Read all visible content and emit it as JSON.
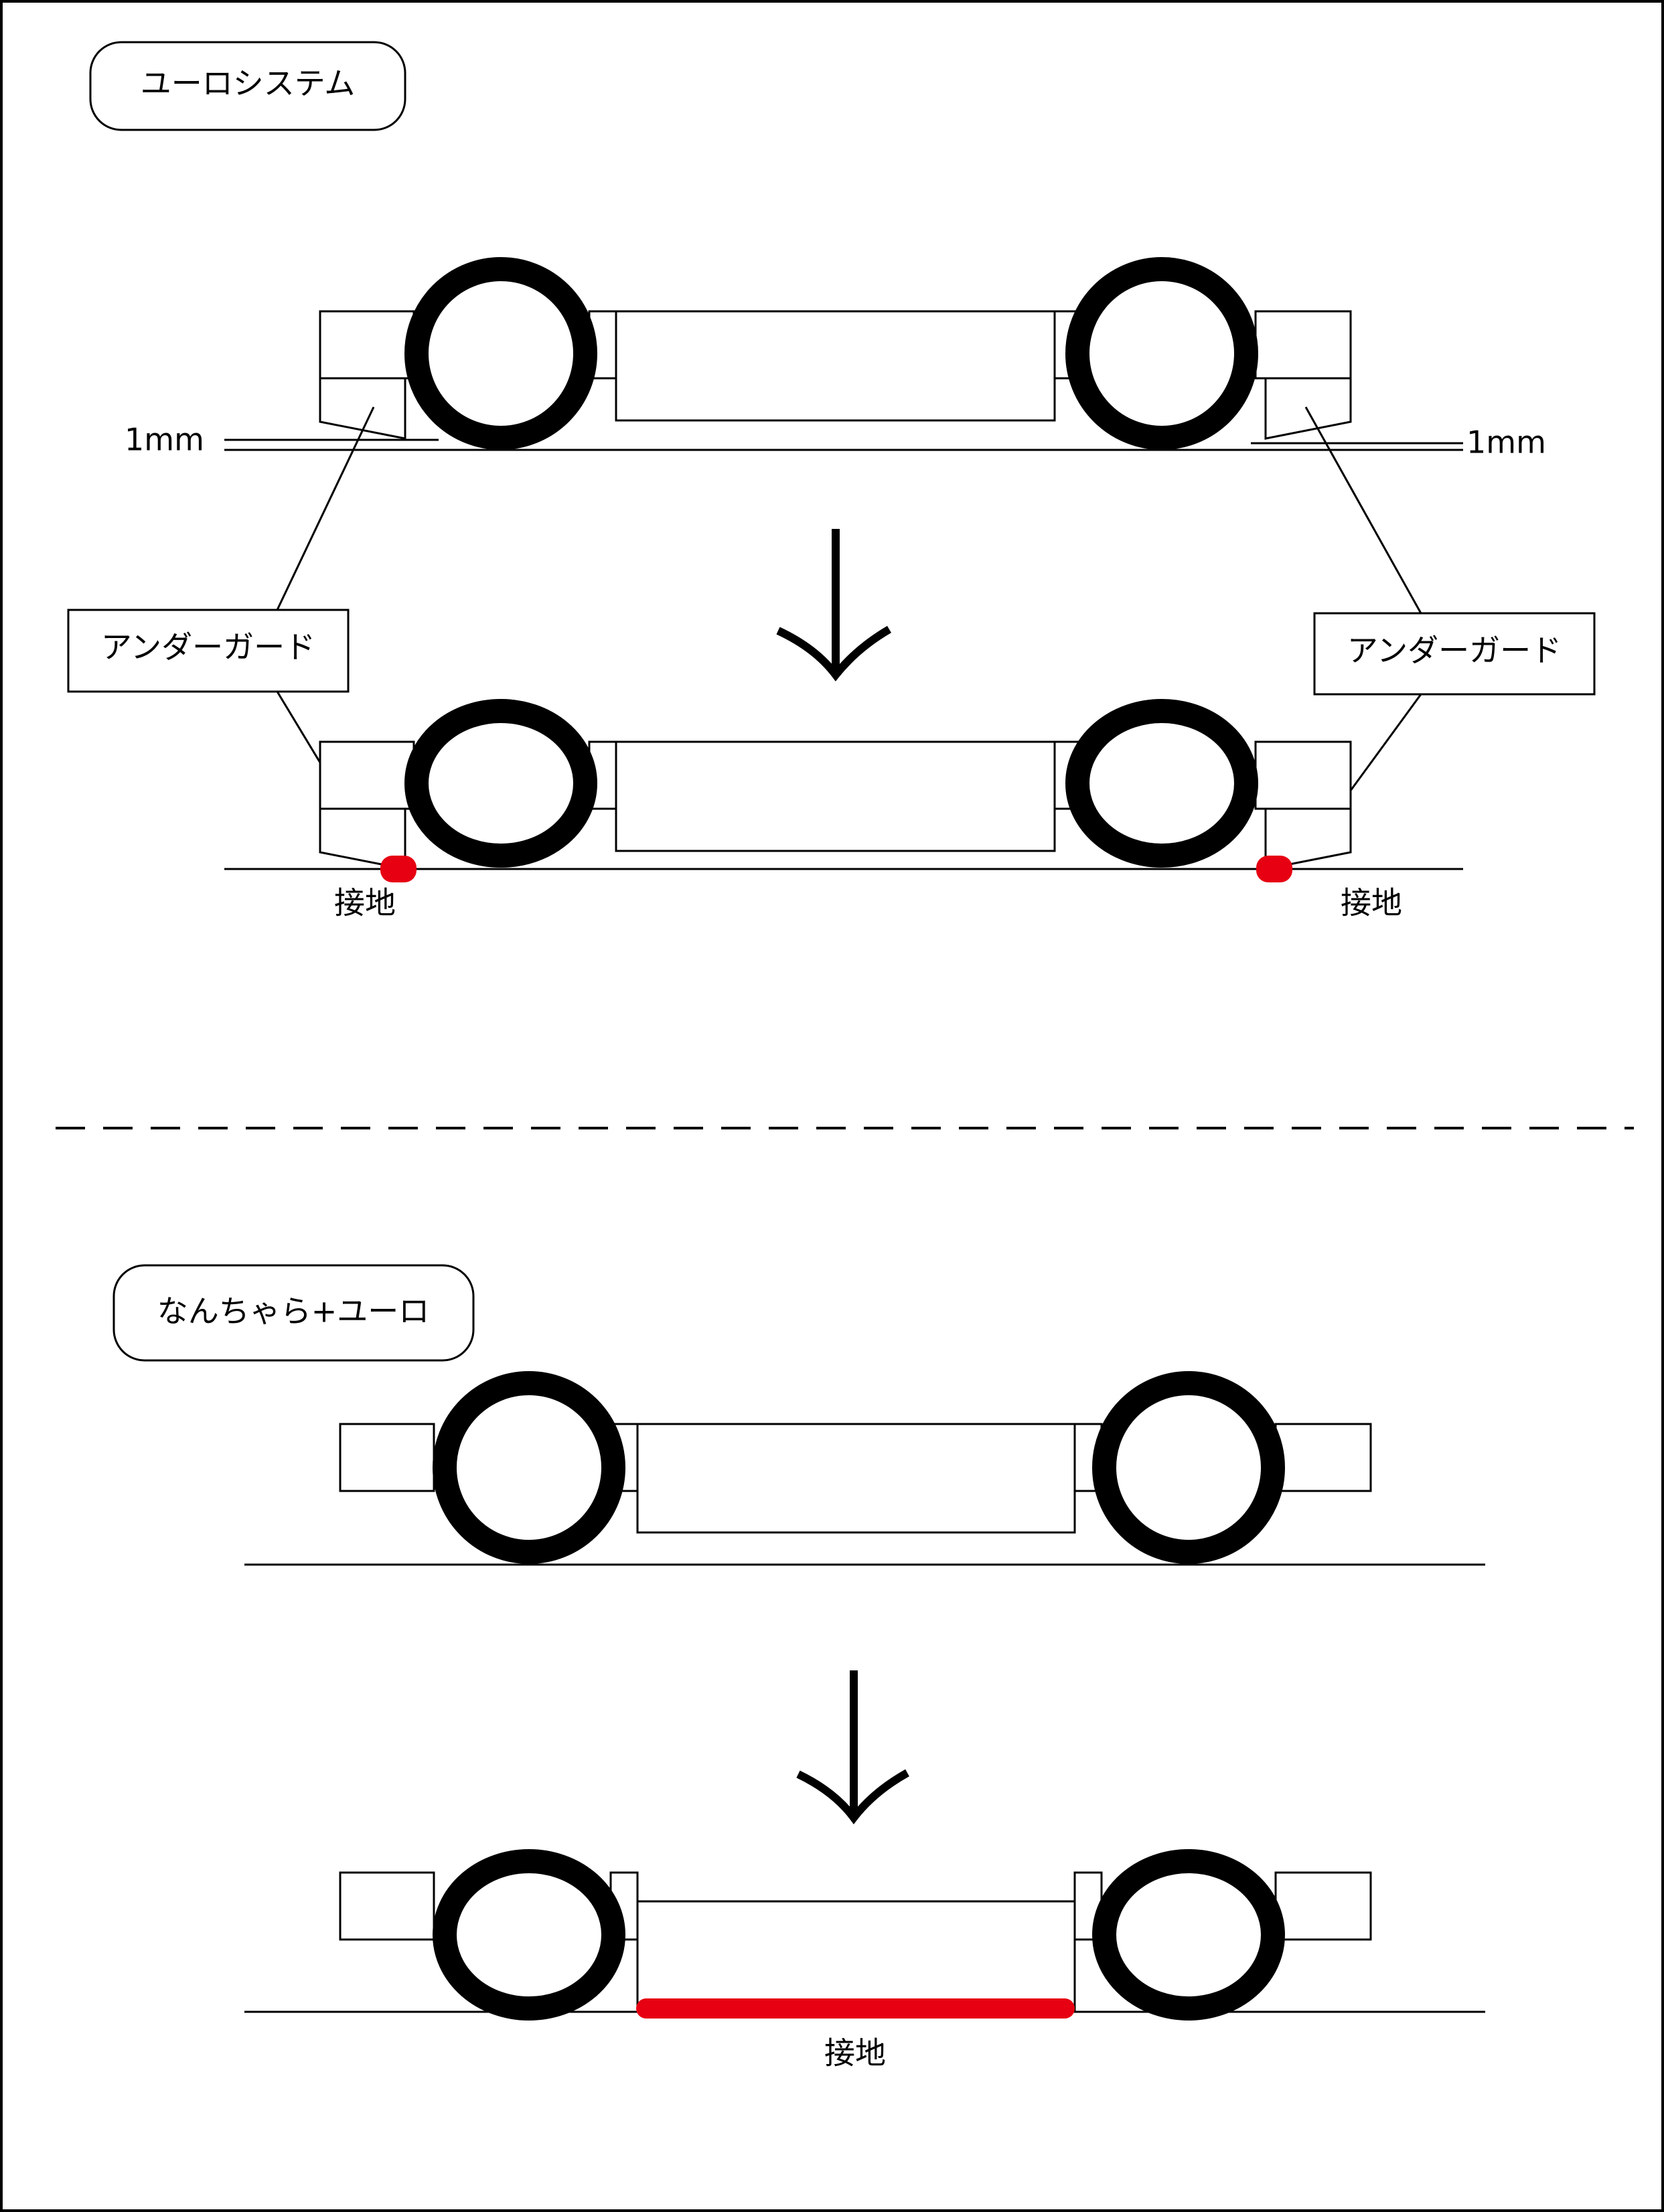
{
  "top_section": {
    "title": "ユーロシステム",
    "gap_label_left": "1mm",
    "gap_label_right": "1mm",
    "under_guard_label_left": "アンダーガード",
    "under_guard_label_right": "アンダーガード",
    "contact_label_left": "接地",
    "contact_label_right": "接地"
  },
  "bottom_section": {
    "title": "なんちゃら+ユーロ",
    "contact_label": "接地"
  },
  "colors": {
    "contact": "#e60012",
    "line": "#000000",
    "background": "#ffffff"
  },
  "icons": {
    "arrow": "down-arrow-icon",
    "wheel": "wheel-icon"
  }
}
